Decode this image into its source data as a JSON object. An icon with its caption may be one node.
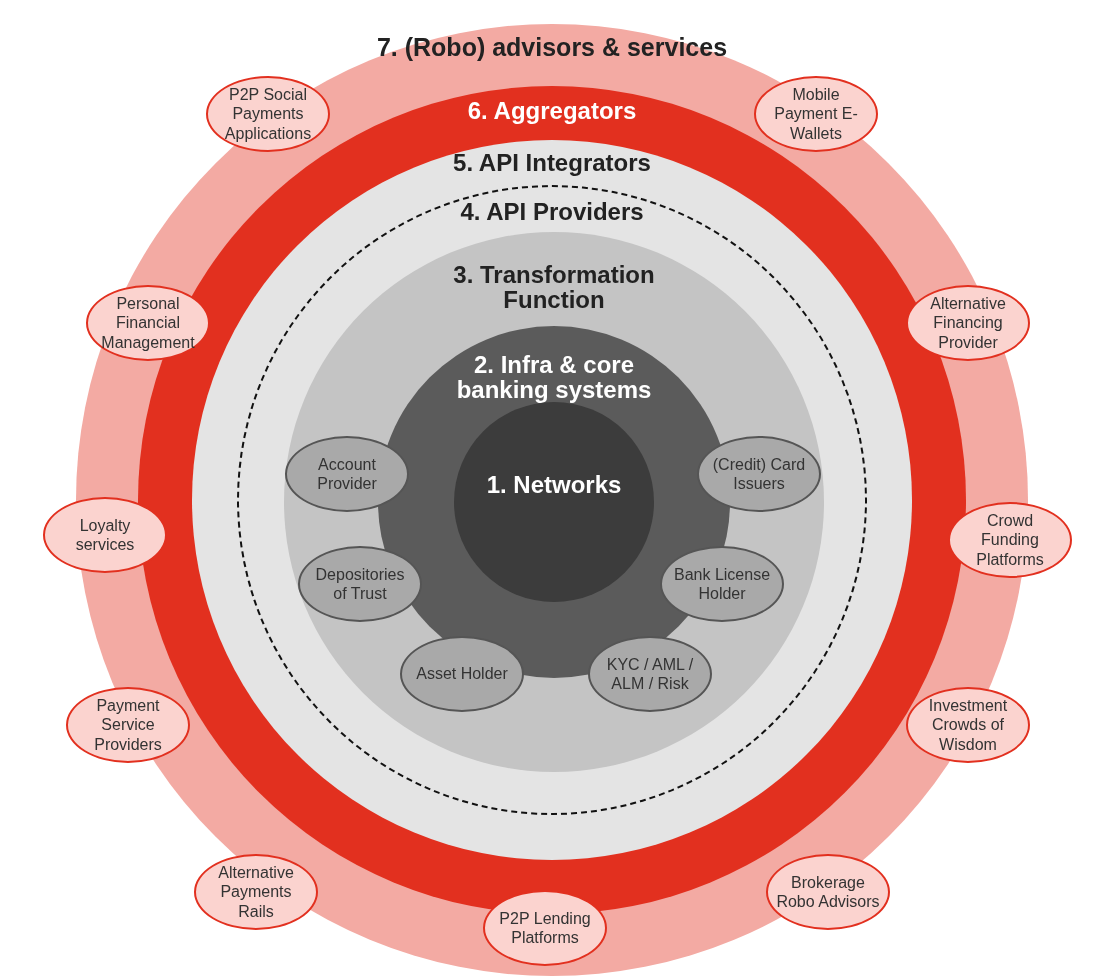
{
  "diagram": {
    "nodes": [
      {
        "text": [
          "7. (Robo) advisors & services"
        ]
      },
      {
        "text": [
          "6. Aggregators"
        ],
        "in": 0
      },
      {
        "text": [
          "5. API Integrators"
        ],
        "in": 1
      },
      {
        "text": [
          "4. API Providers"
        ],
        "in": 2
      },
      {
        "text": [
          "3. Transformation Function"
        ],
        "in": 3
      },
      {
        "text": [
          "2. Infra & core banking systems"
        ],
        "in": 4
      },
      {
        "text": [
          "1. Networks"
        ],
        "in": 5
      },
      {
        "text": [
          "Account Provider"
        ],
        "in": 4
      },
      {
        "text": [
          "(Credit) Card Issuers"
        ],
        "in": 4
      },
      {
        "text": [
          "Depositories of Trust"
        ],
        "in": 4
      },
      {
        "text": [
          "Bank License Holder"
        ],
        "in": 4
      },
      {
        "text": [
          "Asset Holder"
        ],
        "in": 4
      },
      {
        "text": [
          "KYC / AML / ALM / Risk"
        ],
        "in": 4
      },
      {
        "text": [
          "P2P Social Payments Applications"
        ],
        "in": 0
      },
      {
        "text": [
          "Mobile Payment E-Wallets"
        ],
        "in": 0
      },
      {
        "text": [
          "Personal Financial Management"
        ],
        "in": 0
      },
      {
        "text": [
          "Alternative Financing Provider"
        ],
        "in": 0
      },
      {
        "text": [
          "Loyalty services"
        ],
        "in": 0
      },
      {
        "text": [
          "Crowd Funding Platforms"
        ],
        "in": 0
      },
      {
        "text": [
          "Payment Service Providers"
        ],
        "in": 0
      },
      {
        "text": [
          "Investment Crowds of Wisdom"
        ],
        "in": 0
      },
      {
        "text": [
          "Alternative Payments Rails"
        ],
        "in": 0
      },
      {
        "text": [
          "Brokerage Robo Advisors"
        ],
        "in": 0
      },
      {
        "text": [
          "P2P Lending Platforms"
        ],
        "in": 0
      }
    ]
  }
}
